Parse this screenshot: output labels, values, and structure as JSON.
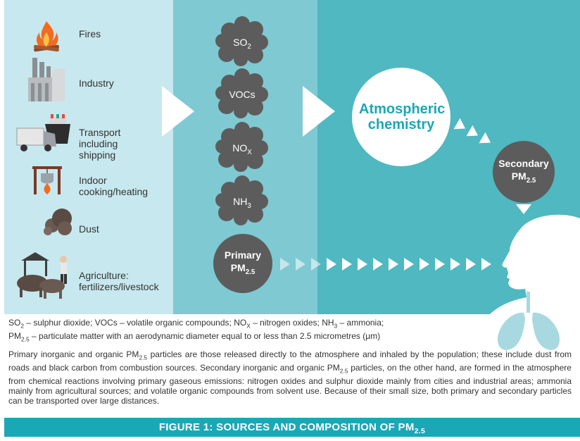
{
  "sources": [
    {
      "icon": "fire-icon",
      "label": "Fires"
    },
    {
      "icon": "factory-icon",
      "label": "Industry"
    },
    {
      "icon": "truck-ship-icon",
      "label_lines": [
        "Transport",
        "including",
        "shipping"
      ]
    },
    {
      "icon": "cooking-pot-icon",
      "label_lines": [
        "Indoor",
        "cooking/heating"
      ]
    },
    {
      "icon": "dust-cloud-icon",
      "label": "Dust"
    },
    {
      "icon": "farm-livestock-icon",
      "label_lines": [
        "Agriculture:",
        "fertilizers/livestock"
      ]
    }
  ],
  "gases": {
    "so2": {
      "main": "SO",
      "sub": "2"
    },
    "vocs": {
      "main": "VOCs"
    },
    "nox": {
      "main": "NO",
      "sub": "X"
    },
    "nh3": {
      "main": "NH",
      "sub": "3"
    }
  },
  "atmospheric": {
    "line1": "Atmospheric",
    "line2": "chemistry"
  },
  "secondary": {
    "line1": "Secondary",
    "pm": "PM",
    "sub": "2.5"
  },
  "primary": {
    "line1": "Primary",
    "pm": "PM",
    "sub": "2.5"
  },
  "legend": {
    "so2": {
      "main": "SO",
      "sub": "2",
      "text": " – sulphur dioxide;  "
    },
    "vocs": "VOCs – volatile organic compounds;  ",
    "nox": {
      "main": "NO",
      "sub": "X",
      "text": " – nitrogen oxides;  "
    },
    "nh3": {
      "main": "NH",
      "sub": "3",
      "text": " – ammonia;"
    },
    "pm": {
      "main": "PM",
      "sub": "2.5",
      "text": " – particulate matter with an aerodynamic diameter equal to or less than 2.5 micrometres (μm)"
    }
  },
  "paragraph": {
    "part1": "Primary inorganic and organic PM",
    "sub1": "2.5",
    "part2": " particles are those released directly to the atmosphere and inhaled by the population; these include dust from roads and black carbon from combustion sources. Secondary inorganic and organic PM",
    "sub2": "2.5",
    "part3": " particles, on the other hand, are formed in the atmosphere from chemical reactions involving primary gaseous emissions: nitrogen oxides and sulphur dioxide mainly from cities and industrial areas; ammonia mainly from agricultural sources; and volatile organic compounds from solvent use. Because of their small size, both primary and secondary particles can be transported over large distances."
  },
  "footer": {
    "text": "FIGURE 1: SOURCES AND COMPOSITION OF PM",
    "sub": "2.5"
  },
  "colors": {
    "teal_dark": "#1aa8b6",
    "teal_mid": "#4fb8c0",
    "teal_light": "#c7e8ee",
    "grey": "#5c5c5c"
  }
}
